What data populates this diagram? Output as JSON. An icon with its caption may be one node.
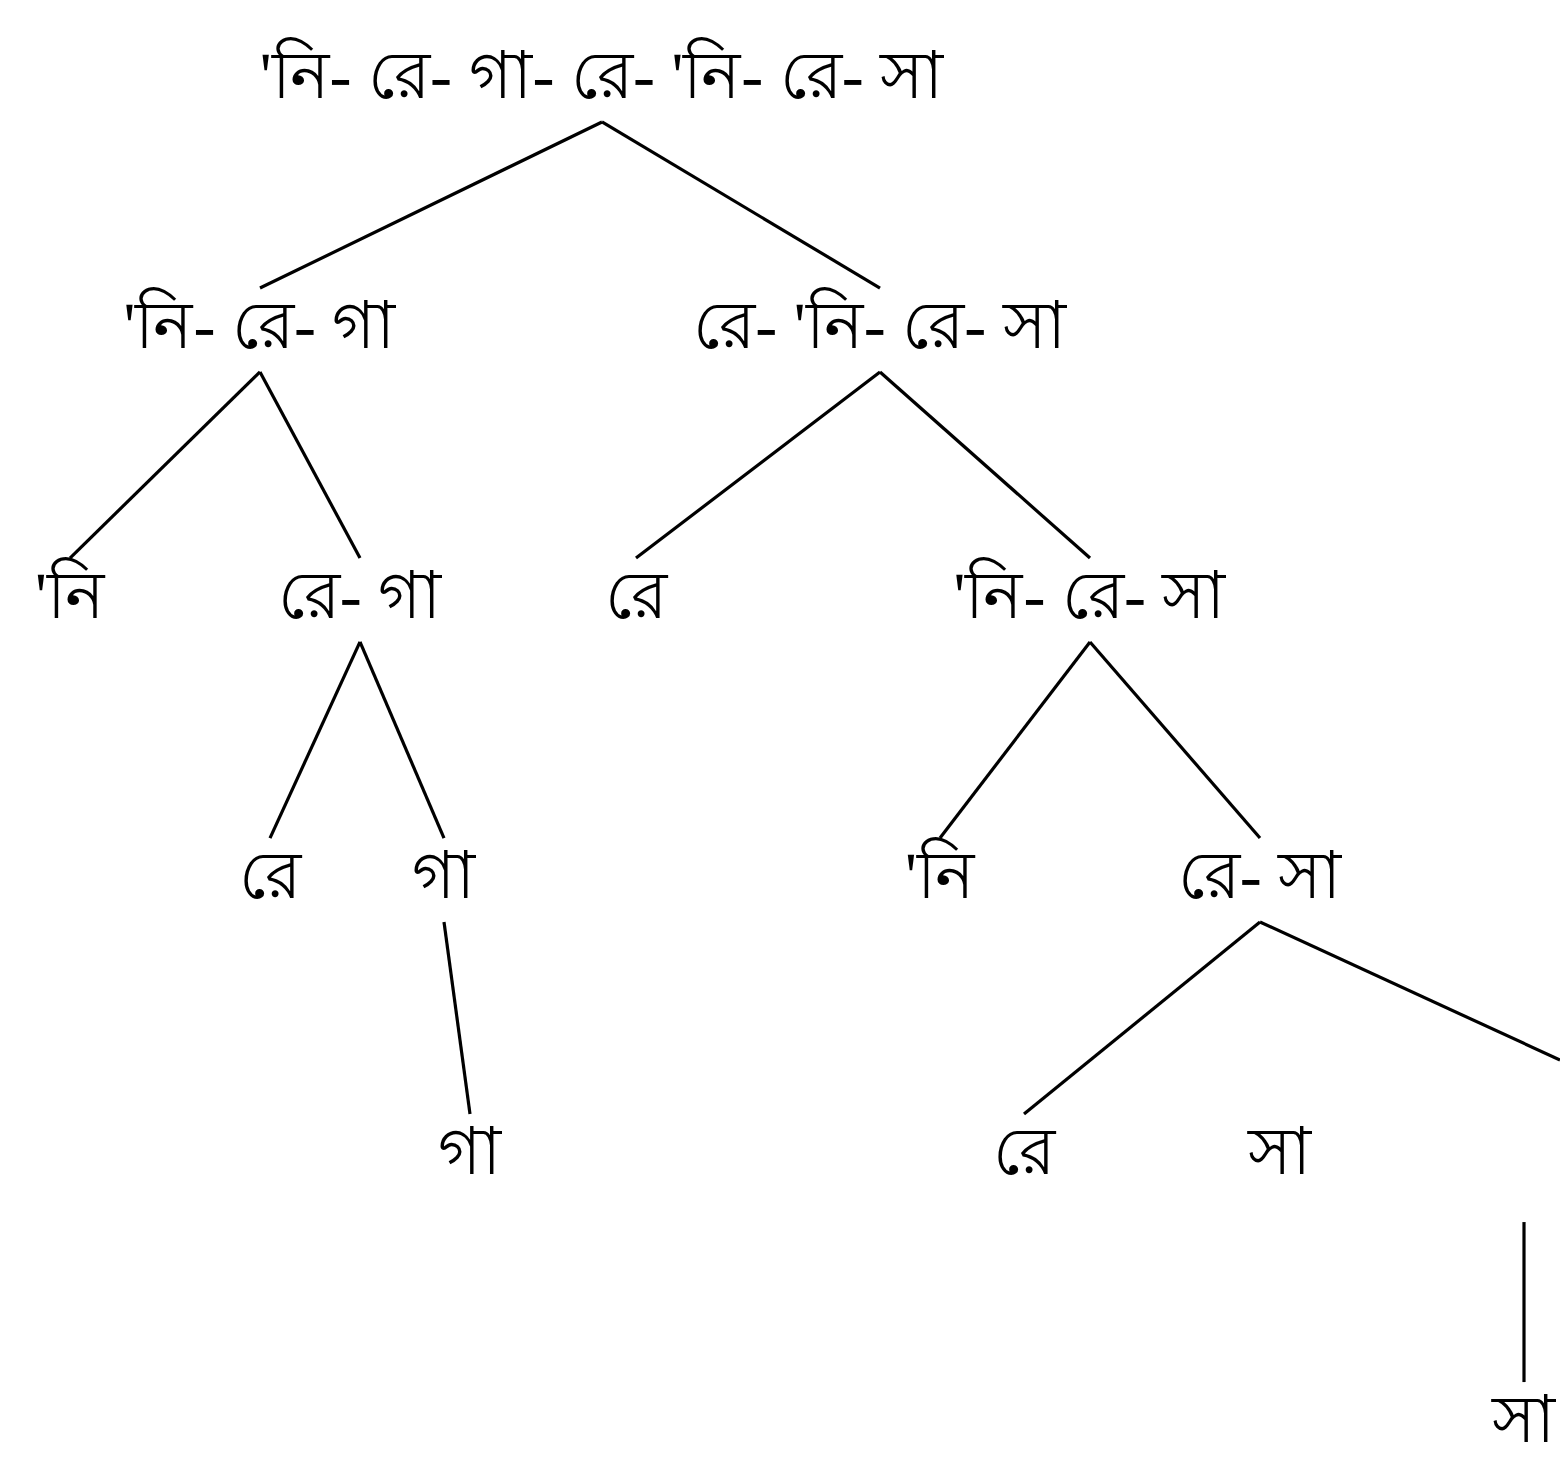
{
  "diagram": {
    "nodes": [
      {
        "text": [
          "'নি- রে- গা- রে- 'নি- রে- সা"
        ]
      },
      {
        "text": [
          "'নি- রে- গা"
        ]
      },
      {
        "text": [
          "রে- 'নি- রে- সা"
        ]
      },
      {
        "text": [
          "'নি"
        ]
      },
      {
        "text": [
          "রে- গা"
        ]
      },
      {
        "text": [
          "রে"
        ]
      },
      {
        "text": [
          "'নি- রে- সা"
        ]
      },
      {
        "text": [
          "রে"
        ]
      },
      {
        "text": [
          "গা"
        ]
      },
      {
        "text": [
          "'নি"
        ]
      },
      {
        "text": [
          "রে- সা"
        ]
      },
      {
        "text": [
          "গা"
        ]
      },
      {
        "text": [
          "রে"
        ]
      },
      {
        "text": [
          "সা"
        ]
      }
    ],
    "edges": [
      {
        "from": 0,
        "to": 1,
        "arrow": "none"
      },
      {
        "from": 0,
        "to": 2,
        "arrow": "none"
      },
      {
        "from": 1,
        "to": 3,
        "arrow": "none"
      },
      {
        "from": 1,
        "to": 4,
        "arrow": "none"
      },
      {
        "from": 2,
        "to": 5,
        "arrow": "none"
      },
      {
        "from": 2,
        "to": 6,
        "arrow": "none"
      },
      {
        "from": 4,
        "to": 7,
        "arrow": "none"
      },
      {
        "from": 4,
        "to": 8,
        "arrow": "none"
      },
      {
        "from": 6,
        "to": 9,
        "arrow": "none"
      },
      {
        "from": 6,
        "to": 10,
        "arrow": "none"
      },
      {
        "from": 8,
        "to": 11,
        "arrow": "none"
      },
      {
        "from": 10,
        "to": 12,
        "arrow": "none"
      },
      {
        "from": 10,
        "to": null,
        "arrow": "none"
      },
      {
        "from": null,
        "to": 13,
        "arrow": "none"
      }
    ],
    "labels": [
      "সা"
    ]
  }
}
